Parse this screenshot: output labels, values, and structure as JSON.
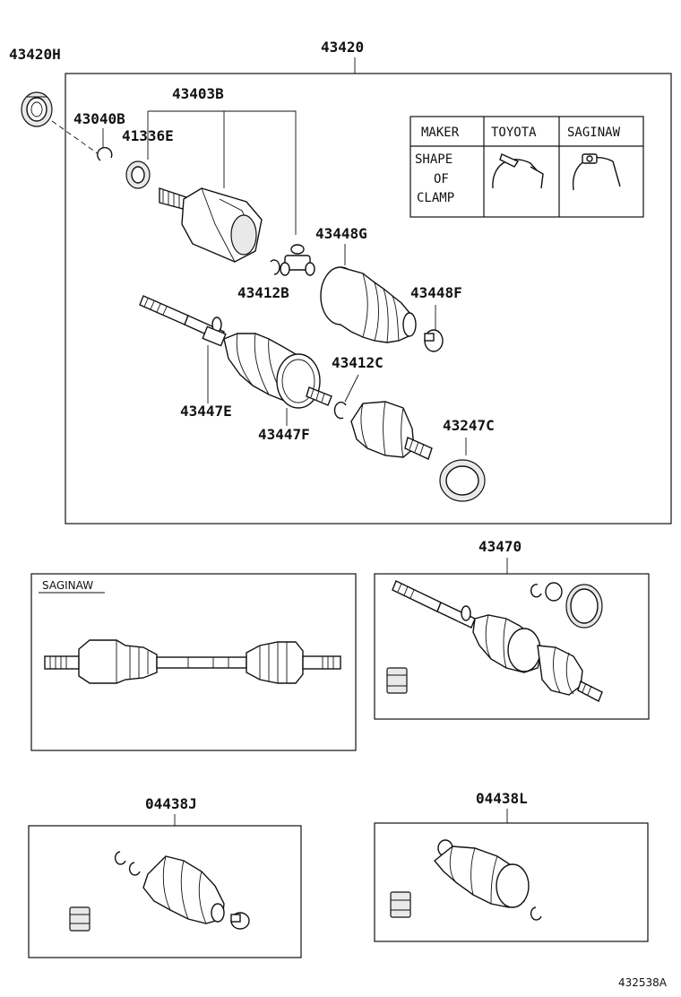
{
  "labels": {
    "bearing": "43420H",
    "main_assembly": "43420",
    "inboard_joint": "43403B",
    "snap_ring_a": "43040B",
    "dust_deflector": "41336E",
    "inboard_boot": "43448G",
    "snap_ring_b": "43412B",
    "inboard_clamp": "43448F",
    "snap_ring_c": "43412C",
    "outboard_shaft": "43447E",
    "outboard_boot": "43447F",
    "outboard_deflector": "43247C",
    "shaft_assy": "43470",
    "boot_kit_outboard": "04438J",
    "boot_kit_inboard": "04438L",
    "diagram_ref": "432538A"
  },
  "clamp_table": {
    "header_maker": "MAKER",
    "header_toyota": "TOYOTA",
    "header_saginaw": "SAGINAW",
    "row_label_line1": "SHAPE",
    "row_label_line2": "OF",
    "row_label_line3": "CLAMP"
  },
  "saginaw_box": {
    "title": "SAGINAW"
  }
}
